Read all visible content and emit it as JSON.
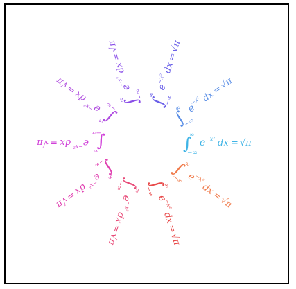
{
  "figure": {
    "equation_parts": {
      "integral": "∫",
      "lower_limit": "−∞",
      "upper_limit": "∞",
      "integrand": "e",
      "exponent": "−x²",
      "differential": "dx",
      "equals": "=",
      "rhs": "√π"
    },
    "rays": [
      {
        "color": "#3fb4e6"
      },
      {
        "color": "#5b8fe6"
      },
      {
        "color": "#6a60e8"
      },
      {
        "color": "#8a4ee8"
      },
      {
        "color": "#b04ee0"
      },
      {
        "color": "#d040d8"
      },
      {
        "color": "#e040b0"
      },
      {
        "color": "#e84a78"
      },
      {
        "color": "#e84a4a"
      },
      {
        "color": "#f07a4a"
      }
    ]
  }
}
